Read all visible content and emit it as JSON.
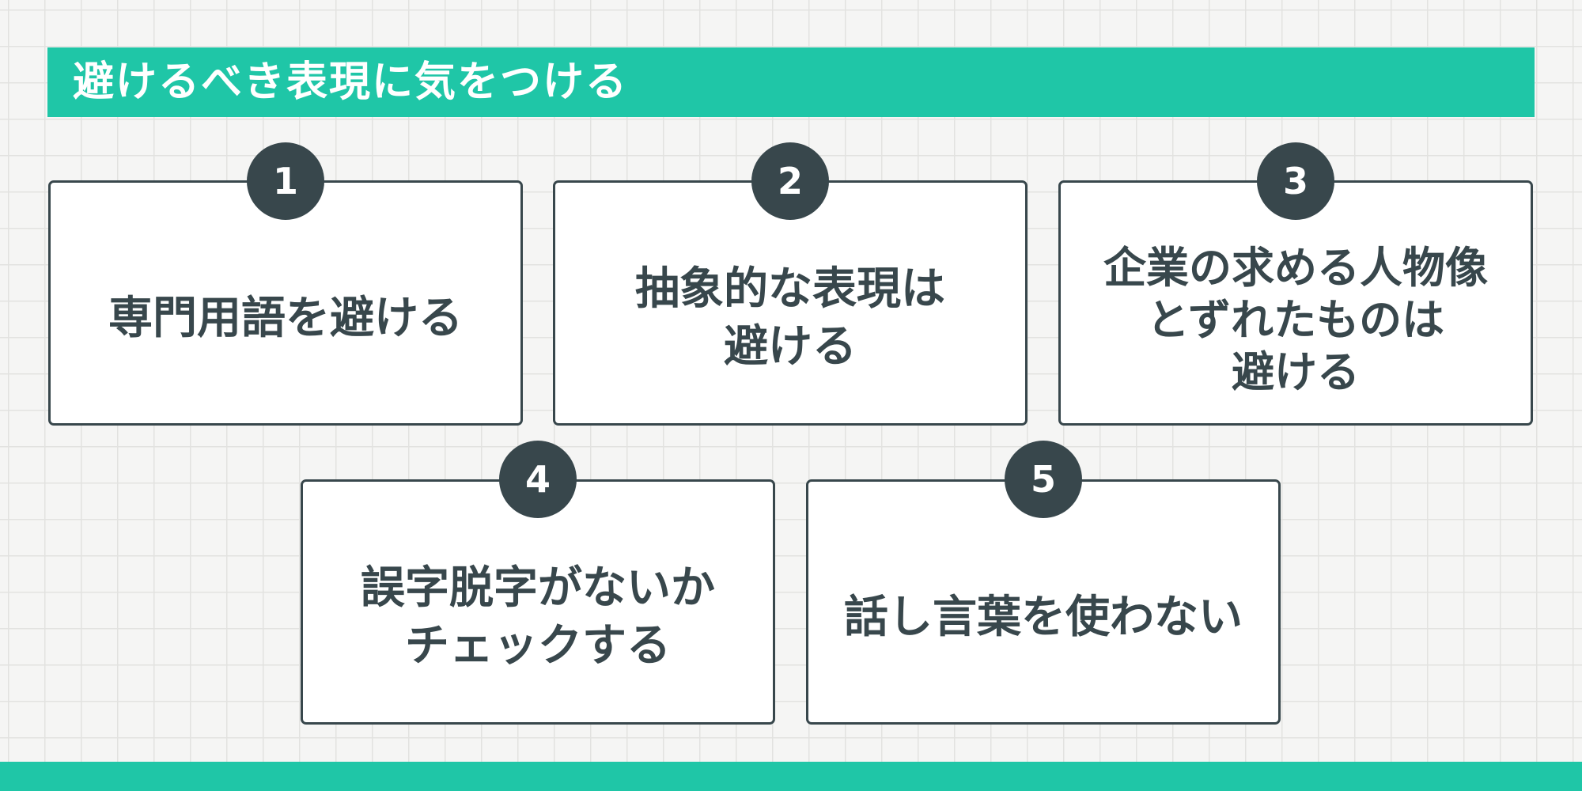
{
  "title": "避けるべき表現に気をつける",
  "colors": {
    "accent": "#1fc6a7",
    "dark": "#38474c",
    "card_background": "#ffffff",
    "page_background": "#f5f5f4"
  },
  "items": [
    {
      "number": "1",
      "text": "専門用語を避ける"
    },
    {
      "number": "2",
      "text": "抽象的な表現は\n避ける"
    },
    {
      "number": "3",
      "text": "企業の求める人物像\nとずれたものは\n避ける"
    },
    {
      "number": "4",
      "text": "誤字脱字がないか\nチェックする"
    },
    {
      "number": "5",
      "text": "話し言葉を使わない"
    }
  ]
}
